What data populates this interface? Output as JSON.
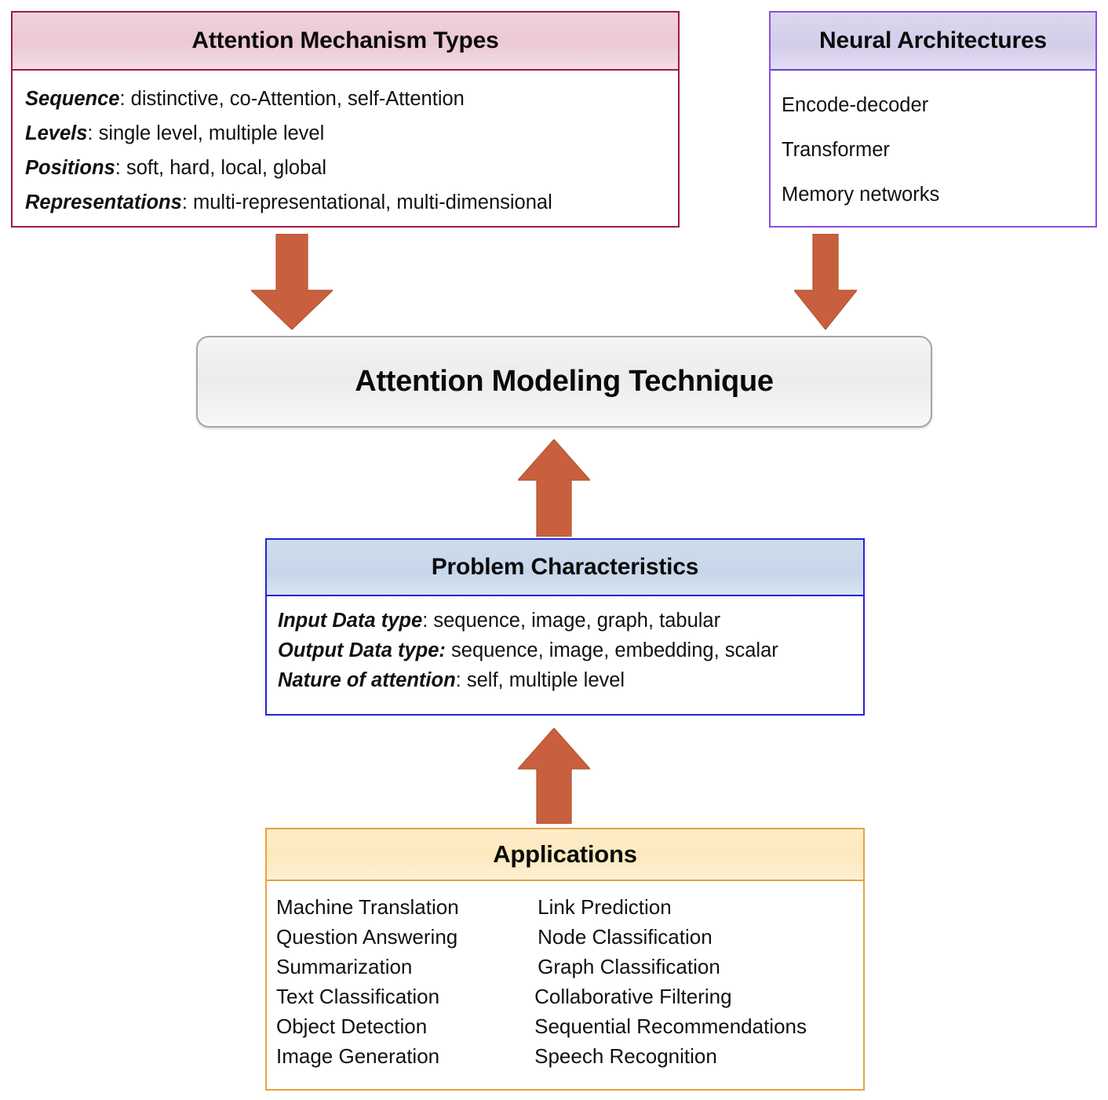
{
  "colors": {
    "arrow": "#c8603f",
    "attention_border": "#9e1b3f",
    "attention_header_bg": "#ecc9d3",
    "neural_border": "#8a4de0",
    "neural_header_bg": "#d4cdea",
    "central_border": "#a6a6a6",
    "central_bg": "#ececec",
    "problem_border": "#2323d6",
    "problem_header_bg": "#c7d6ea",
    "applications_border": "#e8a33d",
    "applications_header_bg": "#fde9bd"
  },
  "attention_mechanism_types": {
    "title": "Attention Mechanism Types",
    "rows": [
      {
        "label": "Sequence",
        "sep": ": ",
        "value": "distinctive, co-Attention, self-Attention"
      },
      {
        "label": "Levels",
        "sep": ": ",
        "value": "single level, multiple level"
      },
      {
        "label": "Positions",
        "sep": ": ",
        "value": "soft, hard, local, global"
      },
      {
        "label": "Representations",
        "sep": ": ",
        "value": "multi-representational, multi-dimensional"
      }
    ]
  },
  "neural_architectures": {
    "title": "Neural Architectures",
    "items": [
      "Encode-decoder",
      "Transformer",
      "Memory networks"
    ]
  },
  "attention_modeling_technique": {
    "title": "Attention Modeling Technique"
  },
  "problem_characteristics": {
    "title": "Problem Characteristics",
    "rows": [
      {
        "label": "Input Data type",
        "sep": ": ",
        "value": "sequence, image, graph, tabular"
      },
      {
        "label": "Output Data type:",
        "sep": " ",
        "value": "sequence, image, embedding, scalar"
      },
      {
        "label": "Nature of attention",
        "sep": ": ",
        "value": "self, multiple level"
      }
    ]
  },
  "applications": {
    "title": "Applications",
    "column_left": [
      "Machine Translation",
      "Question Answering",
      "Summarization",
      "Text Classification",
      "Object Detection",
      "Image Generation"
    ],
    "column_right": [
      "Link Prediction",
      "Node Classification",
      "Graph Classification",
      "Collaborative Filtering",
      "Sequential Recommendations",
      "Speech Recognition"
    ]
  },
  "arrows": [
    {
      "name": "arrow-attention-types-to-technique",
      "direction": "down"
    },
    {
      "name": "arrow-neural-architectures-to-technique",
      "direction": "down"
    },
    {
      "name": "arrow-problem-characteristics-to-technique",
      "direction": "up"
    },
    {
      "name": "arrow-applications-to-problem-characteristics",
      "direction": "up"
    }
  ]
}
